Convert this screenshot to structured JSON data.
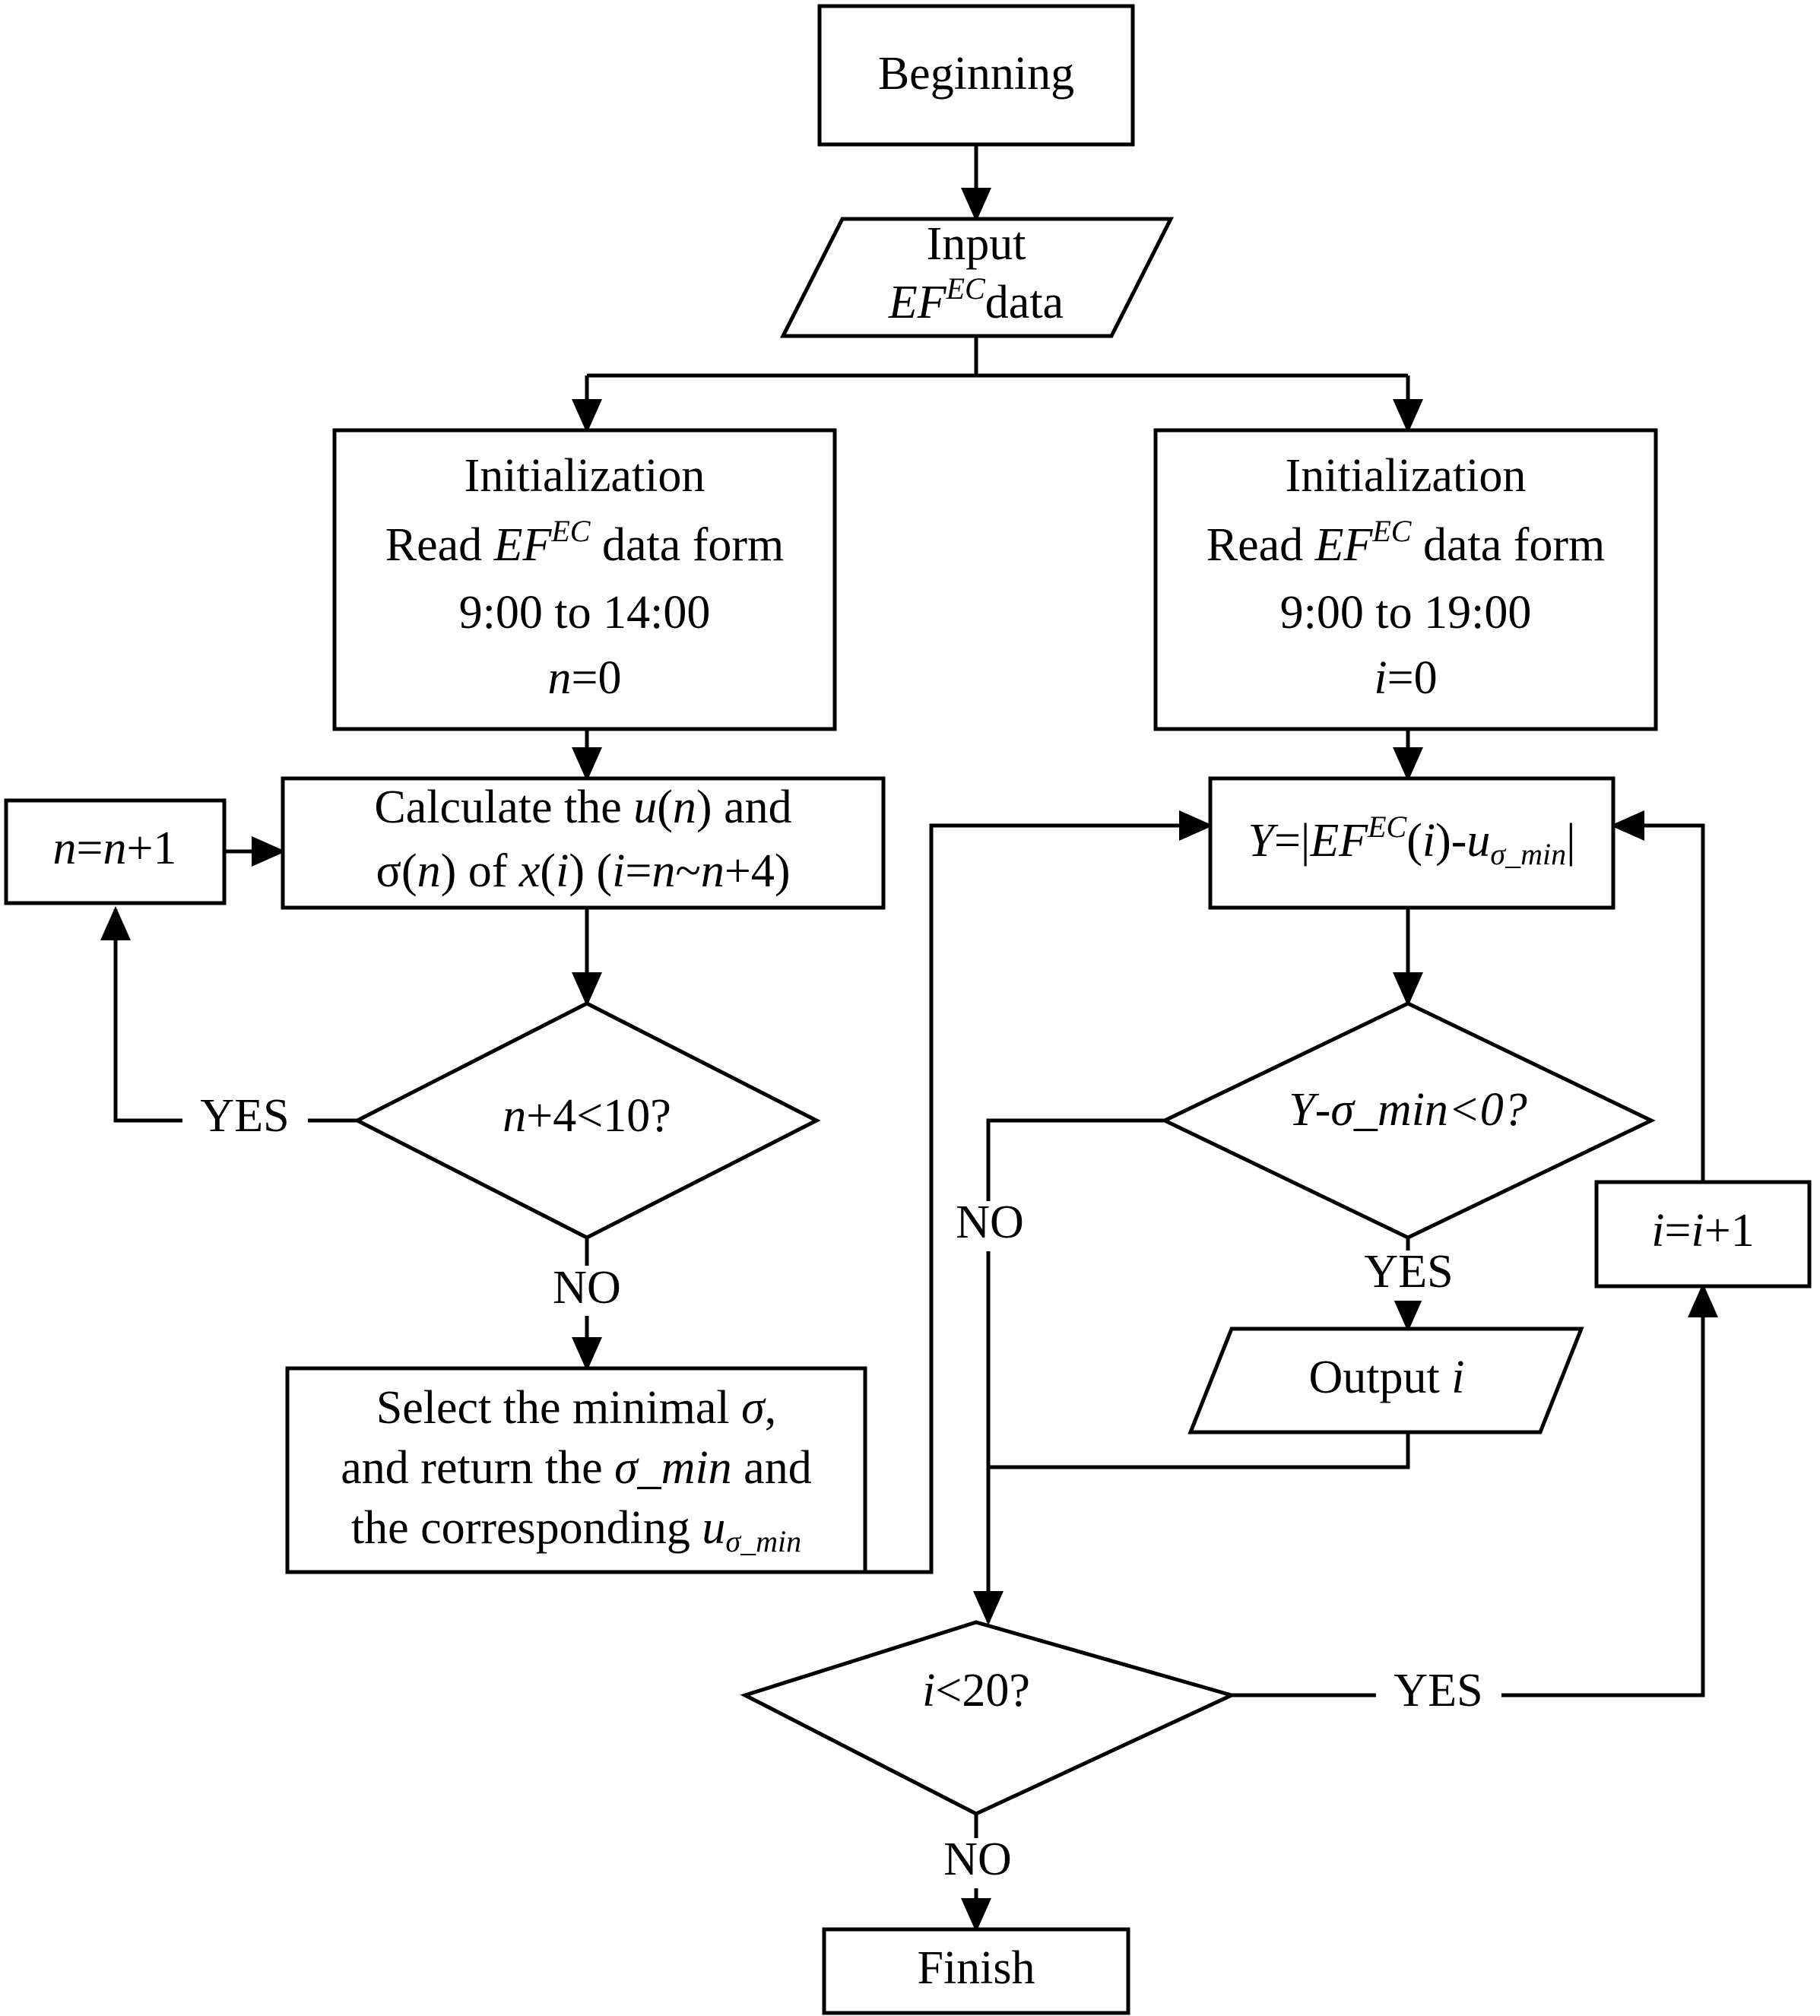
{
  "diagram": {
    "title": "Flowchart for EF-EC data processing",
    "type": "flowchart",
    "bg_color": "#ffffff",
    "line_color": "#000000"
  },
  "nodes": {
    "beginning": {
      "shape": "process",
      "label": "Beginning"
    },
    "input": {
      "shape": "io-parallelogram",
      "line1": "Input",
      "line2_var": "EF",
      "line2_sup": "EC",
      "line2_tail": "data"
    },
    "init_left": {
      "shape": "process",
      "line1": "Initialization",
      "line2_pre": "Read ",
      "line2_var": "EF",
      "line2_sup": "EC",
      "line2_tail": " data form",
      "line3": "9:00 to 14:00",
      "line4_var": "n",
      "line4_tail": "=0"
    },
    "init_right": {
      "shape": "process",
      "line1": "Initialization",
      "line2_pre": "Read ",
      "line2_var": "EF",
      "line2_sup": "EC",
      "line2_tail": " data form",
      "line3": "9:00 to 19:00",
      "line4_var": "i",
      "line4_tail": "=0"
    },
    "n_increment": {
      "shape": "process",
      "var1": "n",
      "mid": "=",
      "var2": "n",
      "tail": "+1"
    },
    "calculate": {
      "shape": "process",
      "line1_pre": "Calculate the ",
      "line1_var": "u",
      "line1_mid": "(",
      "line1_var2": "n",
      "line1_tail": ") and",
      "line2_sigma": "σ",
      "line2_a": "(",
      "line2_n": "n",
      "line2_b": ") of ",
      "line2_x": "x",
      "line2_c": "(",
      "line2_i": "i",
      "line2_d": ") (",
      "line2_i2": "i",
      "line2_e": "=",
      "line2_n2": "n",
      "line2_f": "~",
      "line2_n3": "n",
      "line2_g": "+4)"
    },
    "decision_n": {
      "shape": "decision",
      "var": "n",
      "tail": "+4<10?"
    },
    "select_min": {
      "shape": "process",
      "line1_pre": "Select  the minimal ",
      "line1_sigma": "σ",
      "line1_tail": ",",
      "line2_pre": "and return the ",
      "line2_var": "σ_min",
      "line2_tail": " and",
      "line3_pre": "the corresponding ",
      "line3_var": "u",
      "line3_sub": "σ_min"
    },
    "y_calc": {
      "shape": "process",
      "Y": "Y",
      "eq": "=|",
      "EF": "EF",
      "sup": "EC",
      "open": "(",
      "i": "i",
      "close": ")-",
      "u": "u",
      "sub": "σ_min",
      "bar": "|"
    },
    "decision_y": {
      "shape": "decision",
      "var1": "Y",
      "dash": "-",
      "var2": "σ_min",
      "tail": "<0?"
    },
    "output_i": {
      "shape": "io-parallelogram",
      "pre": "Output ",
      "var": "i"
    },
    "i_increment": {
      "shape": "process",
      "var1": "i",
      "mid": "=",
      "var2": "i",
      "tail": "+1"
    },
    "decision_i": {
      "shape": "decision",
      "var": "i",
      "tail": "<20?"
    },
    "finish": {
      "shape": "process",
      "label": "Finish"
    }
  },
  "edge_labels": {
    "yes_left_loop": "YES",
    "no_left_down": "NO",
    "no_mid_down": "NO",
    "yes_right_down": "YES",
    "yes_bottom_right": "YES",
    "no_bottom_down": "NO"
  }
}
